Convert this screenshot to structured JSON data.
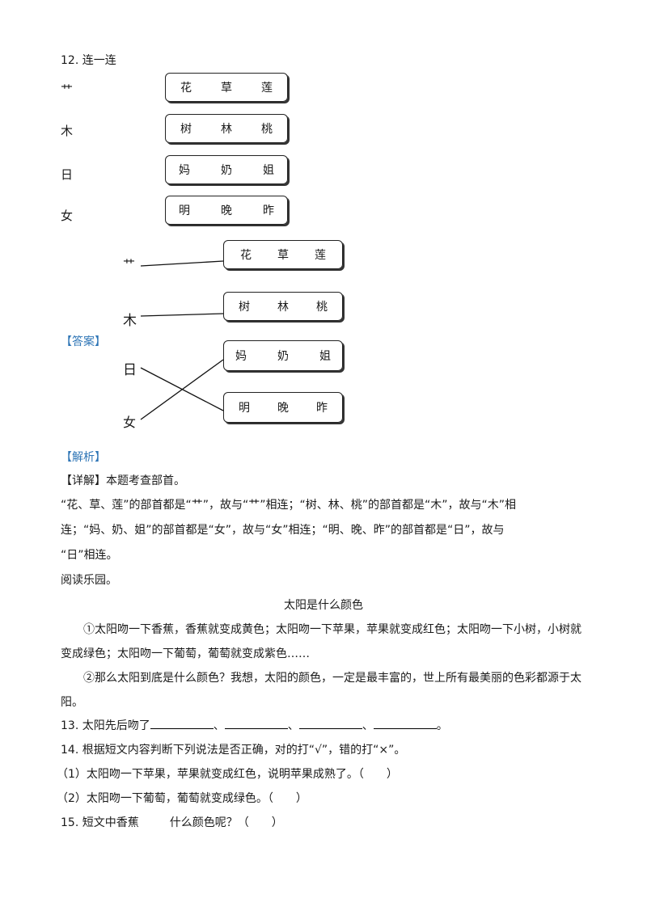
{
  "question12": {
    "title": "12. 连一连",
    "radicals": [
      "艹",
      "木",
      "日",
      "女"
    ],
    "boxes": [
      [
        "花",
        "草",
        "莲"
      ],
      [
        "树",
        "林",
        "桃"
      ],
      [
        "妈",
        "奶",
        "姐"
      ],
      [
        "明",
        "晚",
        "昨"
      ]
    ]
  },
  "answer_tag": "【答案】",
  "answer_figure": {
    "radicals": [
      "艹",
      "木",
      "日",
      "女"
    ],
    "boxes": [
      [
        "花",
        "草",
        "莲"
      ],
      [
        "树",
        "林",
        "桃"
      ],
      [
        "妈",
        "奶",
        "姐"
      ],
      [
        "明",
        "晚",
        "昨"
      ]
    ]
  },
  "analysis_tag": "【解析】",
  "detail_label": "【详解】",
  "detail_text": "本题考查部首。",
  "explanation_line1": "“花、草、莲”的部首都是“艹”，故与“艹”相连；“树、林、桃”的部首都是“木”，故与“木”相",
  "explanation_line2": "连；“妈、奶、姐”的部首都是“女”，故与“女”相连；“明、晚、昨”的部首都是“日”，故与",
  "explanation_line3": "“日”相连。",
  "reading_heading": "阅读乐园。",
  "story_title": "太阳是什么颜色",
  "story_p1_line1": "①太阳吻一下香蕉，香蕉就变成黄色；太阳吻一下苹果，苹果就变成红色；太阳吻一下小树，小树就",
  "story_p1_line2": "变成绿色；太阳吻一下葡萄，葡萄就变成紫色……",
  "story_p2_line1": "②那么太阳到底是什么颜色？我想，太阳的颜色，一定是最丰富的，世上所有最美丽的色彩都源于太",
  "story_p2_line2": "阳。",
  "q13": {
    "prefix": "13. 太阳先后吻了",
    "sep": "、",
    "end": "。"
  },
  "q14": {
    "title": "14. 根据短文内容判断下列说法是否正确，对的打“√”，错的打“×”。",
    "item1": "（1）太阳吻一下苹果，苹果就变成红色，说明苹果成熟了。（　　）",
    "item2": "（2）太阳吻一下葡萄，葡萄就变成绿色。（　　）"
  },
  "q15": {
    "part1": "15. 短文中香蕉",
    "part2": "什么颜色呢？（　　）"
  }
}
